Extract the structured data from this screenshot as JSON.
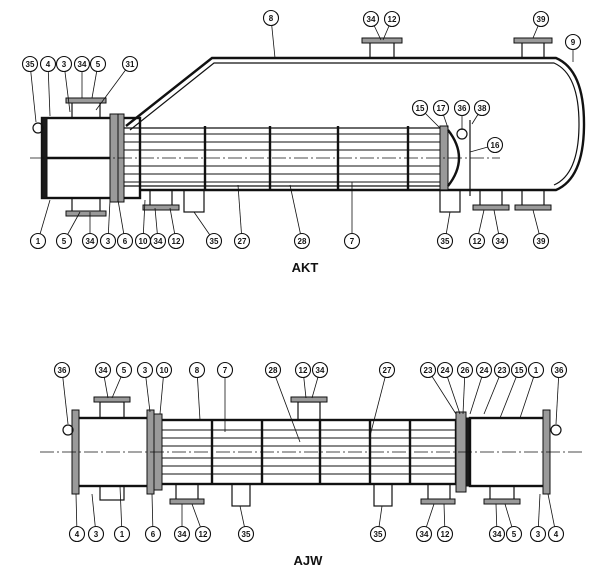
{
  "titles": {
    "top": "AKT",
    "bottom": "AJW"
  },
  "callouts_top": [
    "8",
    "34",
    "12",
    "39",
    "9",
    "35",
    "4",
    "3",
    "34",
    "5",
    "31",
    "15",
    "17",
    "36",
    "38",
    "16",
    "1",
    "5",
    "34",
    "3",
    "6",
    "10",
    "34",
    "12",
    "35",
    "27",
    "28",
    "7",
    "35",
    "12",
    "34",
    "39"
  ],
  "callouts_bottom": [
    "36",
    "34",
    "5",
    "3",
    "10",
    "8",
    "7",
    "28",
    "12",
    "34",
    "27",
    "23",
    "24",
    "26",
    "24",
    "23",
    "15",
    "1",
    "36",
    "4",
    "3",
    "1",
    "6",
    "34",
    "12",
    "35",
    "35",
    "34",
    "12",
    "34",
    "5",
    "3",
    "4"
  ]
}
